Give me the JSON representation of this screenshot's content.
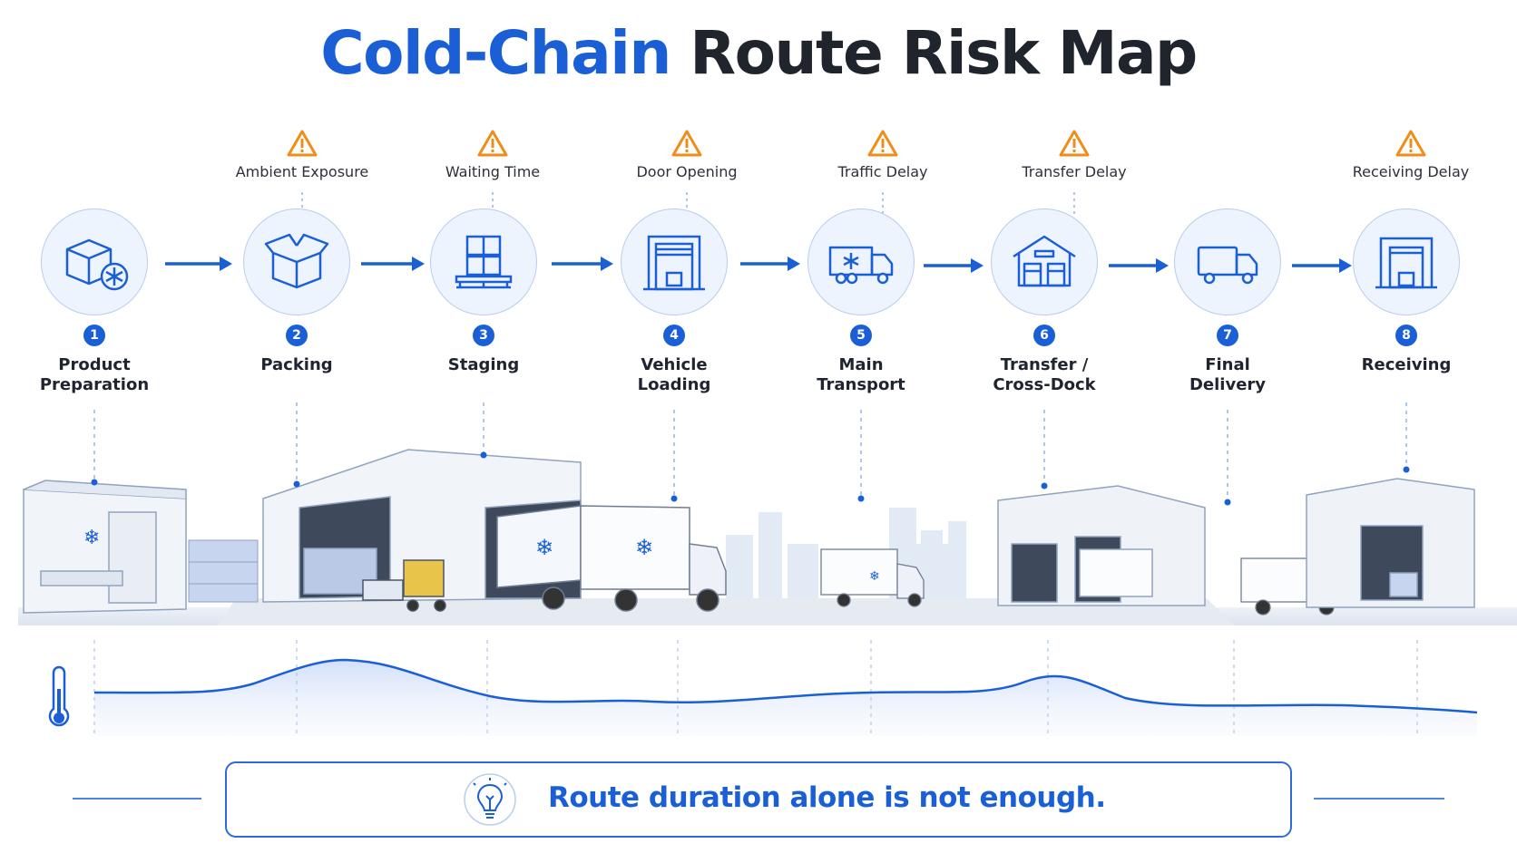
{
  "title": {
    "accent": "Cold-Chain",
    "rest": "Route Risk Map"
  },
  "warnings": [
    {
      "label": "Ambient Exposure",
      "icon": "warning-icon"
    },
    {
      "label": "Waiting Time",
      "icon": "warning-icon"
    },
    {
      "label": "Door Opening",
      "icon": "warning-icon"
    },
    {
      "label": "Traffic Delay",
      "icon": "warning-icon"
    },
    {
      "label": "Transfer Delay",
      "icon": "warning-icon"
    },
    {
      "label": "Receiving Delay",
      "icon": "warning-icon"
    }
  ],
  "steps": [
    {
      "number": "1",
      "label": "Product\nPreparation",
      "icon": "frozen-box-icon"
    },
    {
      "number": "2",
      "label": "Packing",
      "icon": "open-box-icon"
    },
    {
      "number": "3",
      "label": "Staging",
      "icon": "pallet-icon"
    },
    {
      "number": "4",
      "label": "Vehicle\nLoading",
      "icon": "loading-dock-icon"
    },
    {
      "number": "5",
      "label": "Main\nTransport",
      "icon": "refrigerated-truck-icon"
    },
    {
      "number": "6",
      "label": "Transfer /\nCross-Dock",
      "icon": "warehouse-icon"
    },
    {
      "number": "7",
      "label": "Final\nDelivery",
      "icon": "delivery-van-icon"
    },
    {
      "number": "8",
      "label": "Receiving",
      "icon": "receiving-dock-icon"
    }
  ],
  "temperature": {
    "icon": "thermometer-icon"
  },
  "footer": {
    "text": "Route duration alone is not enough.",
    "icon": "lightbulb-icon"
  },
  "colors": {
    "accent": "#1a5fd6",
    "warning": "#f08c1a",
    "circle_fill": "#eef4fd"
  }
}
